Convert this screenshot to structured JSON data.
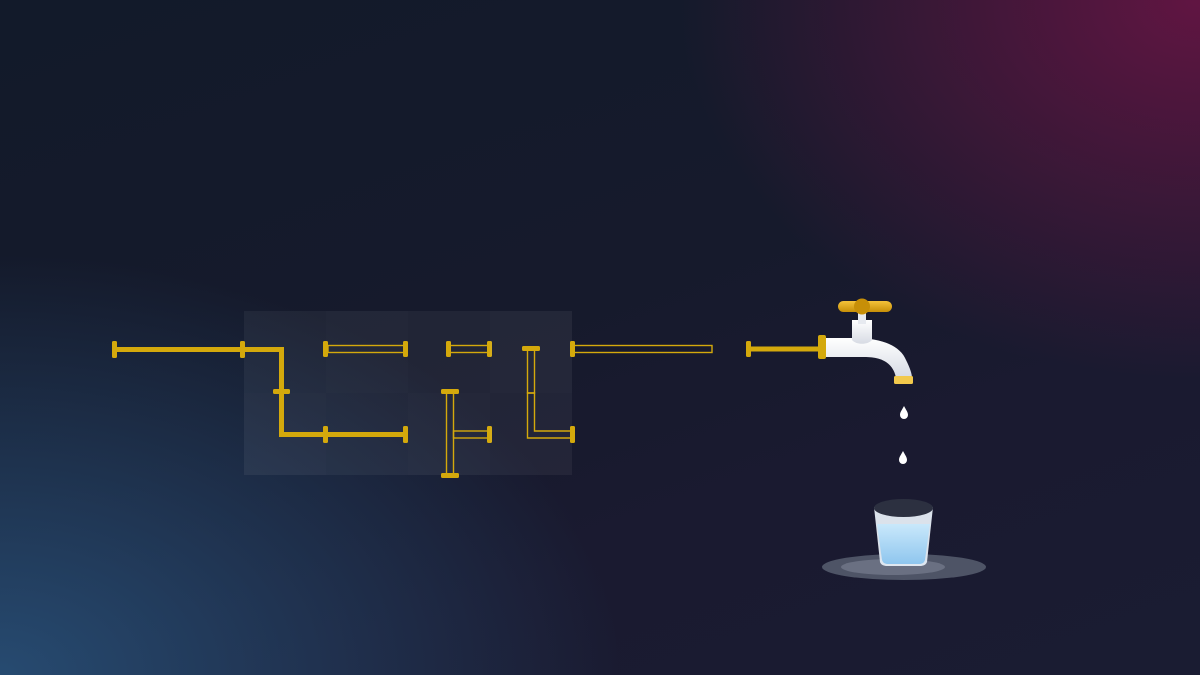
{
  "game": {
    "type": "pipe-connect-puzzle",
    "grid": {
      "rows": 2,
      "cols": 4
    },
    "colors": {
      "pipe": "#d4a90c",
      "pipe_dark": "#a67f05",
      "tile_bg": "#ffffff",
      "water": "#a9d6f5",
      "faucet_body": "#ffffff",
      "faucet_handle": "#e0ad12"
    },
    "tiles": [
      {
        "id": "r0c0",
        "row": 0,
        "col": 0,
        "shape": "elbow",
        "filled": true
      },
      {
        "id": "r0c1",
        "row": 0,
        "col": 1,
        "shape": "straight-horizontal",
        "filled": false
      },
      {
        "id": "r0c2",
        "row": 0,
        "col": 2,
        "shape": "straight-horizontal-short",
        "filled": false
      },
      {
        "id": "r0c3",
        "row": 0,
        "col": 3,
        "shape": "straight-vertical",
        "filled": false
      },
      {
        "id": "r1c0",
        "row": 1,
        "col": 0,
        "shape": "elbow",
        "filled": true
      },
      {
        "id": "r1c1",
        "row": 1,
        "col": 1,
        "shape": "straight-horizontal",
        "filled": true
      },
      {
        "id": "r1c2",
        "row": 1,
        "col": 2,
        "shape": "tee",
        "filled": false
      },
      {
        "id": "r1c3",
        "row": 1,
        "col": 3,
        "shape": "elbow",
        "filled": false
      }
    ],
    "source": {
      "icon": "inlet-pipe-icon",
      "filled": true
    },
    "outlet": {
      "icon": "outlet-pipe-icon",
      "filled": false
    },
    "faucet": {
      "icon": "faucet-icon"
    },
    "cup": {
      "icon": "glass-cup-icon",
      "fill_level": 0.6
    }
  }
}
